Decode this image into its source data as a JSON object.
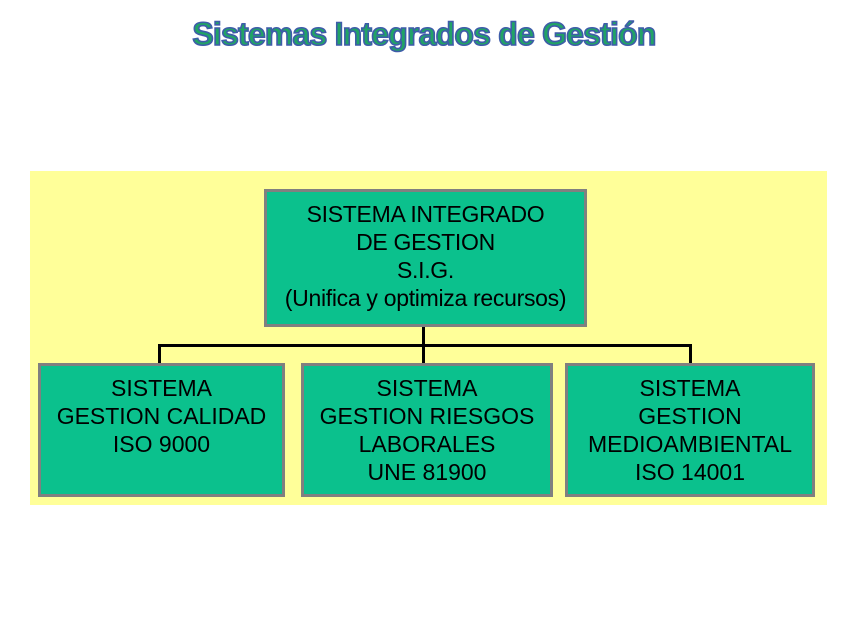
{
  "title": "Sistemas Integrados de Gestión",
  "colors": {
    "page_bg": "#ffffff",
    "panel_bg": "#ffff99",
    "box_fill": "#0bc18d",
    "box_border": "#808080",
    "box_text": "#000000",
    "connector": "#000000",
    "title_fill": "#21a366",
    "title_outline": "#3e5ca9"
  },
  "diagram": {
    "root": {
      "lines": [
        "SISTEMA INTEGRADO",
        "DE GESTION",
        "S.I.G.",
        "(Unifica y optimiza recursos)"
      ]
    },
    "children": [
      {
        "lines": [
          "SISTEMA",
          "GESTION CALIDAD",
          "ISO 9000"
        ]
      },
      {
        "lines": [
          "SISTEMA",
          "GESTION RIESGOS",
          "LABORALES",
          "UNE 81900"
        ]
      },
      {
        "lines": [
          "SISTEMA",
          "GESTION",
          "MEDIOAMBIENTAL",
          "ISO 14001"
        ]
      }
    ]
  }
}
